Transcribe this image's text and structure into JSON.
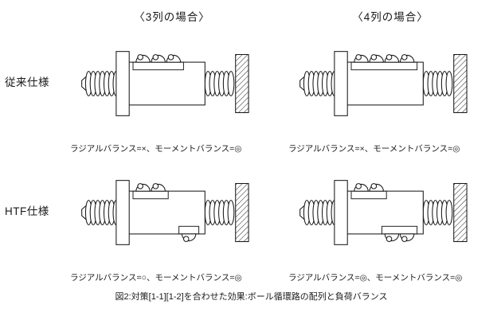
{
  "headers": {
    "col3": "〈3列の場合〉",
    "col4": "〈4列の場合〉"
  },
  "rows": [
    {
      "label": "従来仕様",
      "cells": [
        {
          "caption": "ラジアルバランス=×、モーメントバランス=◎"
        },
        {
          "caption": "ラジアルバランス=×、モーメントバランス=◎"
        }
      ]
    },
    {
      "label": "HTF仕様",
      "cells": [
        {
          "caption": "ラジアルバランス=○、モーメントバランス=◎"
        },
        {
          "caption": "ラジアルバランス=◎、モーメントバランス=◎"
        }
      ]
    }
  ],
  "figure_caption": "図2:対策[1-1][1-2]を合わせた効果:ボール循環路の配列と負荷バランス",
  "diagrams": [
    {
      "name": "conventional-3-row",
      "top_loops": 3,
      "bottom_loops": 0
    },
    {
      "name": "conventional-4-row",
      "top_loops": 4,
      "bottom_loops": 0
    },
    {
      "name": "htf-3-row",
      "top_loops": 2,
      "bottom_loops": 1
    },
    {
      "name": "htf-4-row",
      "top_loops": 2,
      "bottom_loops": 2
    }
  ],
  "colors": {
    "ink": "#1a1a1a",
    "background": "#ffffff"
  }
}
